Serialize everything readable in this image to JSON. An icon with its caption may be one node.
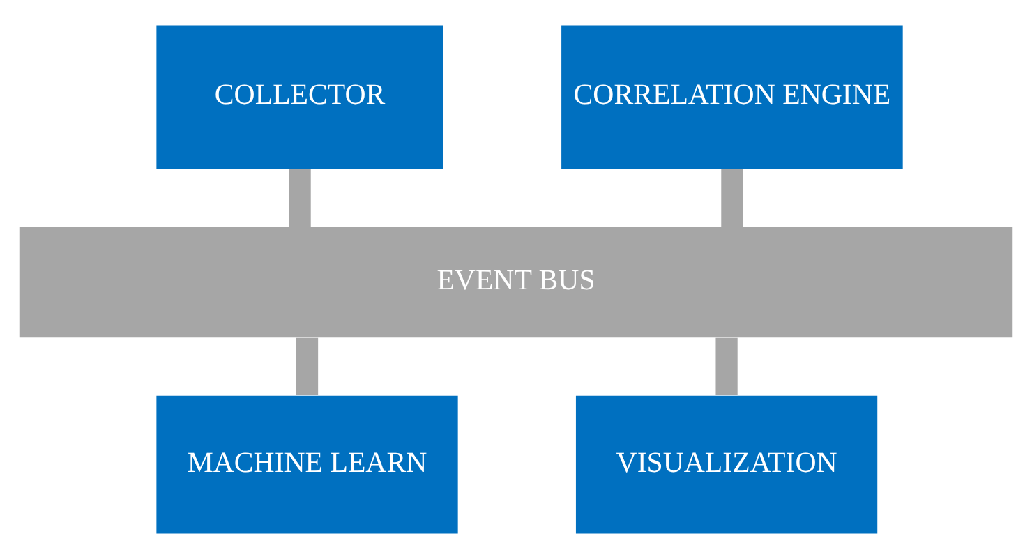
{
  "diagram": {
    "nodes": [
      {
        "text": [
          "COLLECTOR"
        ]
      },
      {
        "text": [
          "CORRELATION ENGINE"
        ]
      },
      {
        "text": [
          "EVENT BUS"
        ]
      },
      {
        "text": [
          "MACHINE LEARN"
        ]
      },
      {
        "text": [
          "VISUALIZATION"
        ]
      }
    ],
    "edges": [
      {
        "from": 0,
        "to": 2,
        "arrow": "none"
      },
      {
        "from": 1,
        "to": 2,
        "arrow": "none"
      },
      {
        "from": 2,
        "to": 3,
        "arrow": "none"
      },
      {
        "from": 2,
        "to": 4,
        "arrow": "none"
      }
    ]
  }
}
